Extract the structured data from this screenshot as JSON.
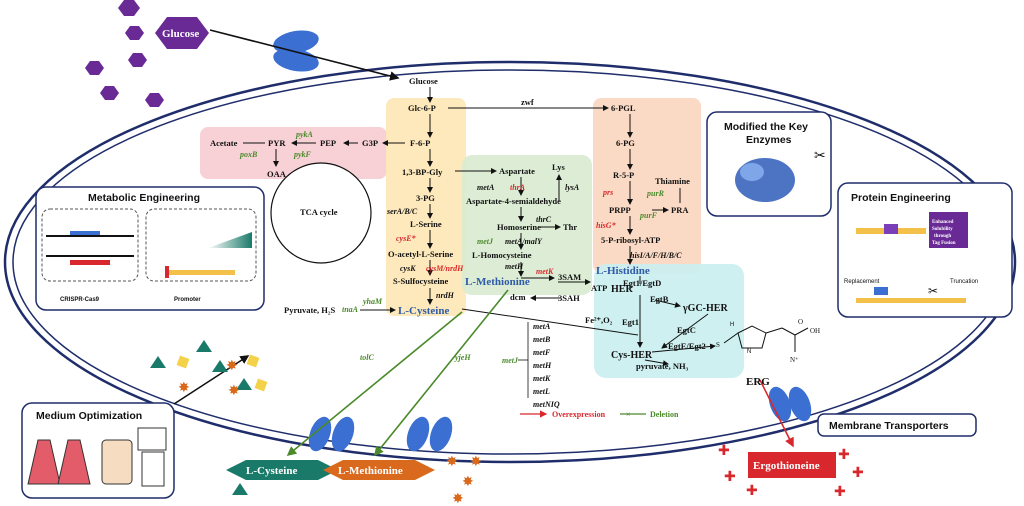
{
  "outside": {
    "glucose": "Glucose"
  },
  "pathway": {
    "tca": "TCA cycle",
    "glucose": "Glucose",
    "glc6p": "Glc-6-P",
    "f6p": "F-6-P",
    "bpg": "1,3-BP-Gly",
    "pg3": "3-PG",
    "lserine": "L-Serine",
    "oacetyl": "O-acetyl-L-Serine",
    "ssulfo": "S-Sulfocysteine",
    "acetate": "Acetate",
    "pyr": "PYR",
    "pep": "PEP",
    "g3p": "G3P",
    "oaa": "OAA",
    "aspartate": "Aspartate",
    "lys": "Lys",
    "asa": "Aspartate-4-semialdehyde",
    "homoserine": "Homoserine",
    "thr": "Thr",
    "lhomocys": "L-Homocysteine",
    "sam": "3SAM",
    "sah": "3SAH",
    "dcm": "dcm",
    "pgl": "6-PGL",
    "pg6": "6-PG",
    "r5p": "R-5-P",
    "thiamine": "Thiamine",
    "prpp": "PRPP",
    "pra": "PRA",
    "ribosyl": "5-P-ribosyl-ATP",
    "lhistidine": "L-Histidine",
    "lmethionine": "L-Methionine",
    "lcysteine": "L-Cysteine",
    "pyruvate": "Pyruvate, H₂S",
    "atp": "ATP",
    "her": "HER",
    "ygcher": "γGC-HER",
    "cysher": "Cys-HER",
    "pyruvnh3": "pyruvate, NH₃",
    "fe": "Fe²⁺,O₂",
    "zwf": "zwf"
  },
  "genes": {
    "poxB": "poxB",
    "pykA": "pykA",
    "pykF": "pykF",
    "serABC": "serA/B/C",
    "cysE": "cysE*",
    "cysK": "cysK",
    "cysM": "cysM/nrdH",
    "nrdH": "nrdH",
    "metA": "metA",
    "thrA": "thrA",
    "lysA": "lysA",
    "thrC": "thrC",
    "metJ": "metJ",
    "metAmalY": "metA/malY",
    "metH": "metH",
    "metK": "metK",
    "prs": "prs",
    "purR": "purR",
    "purF": "purF",
    "hisG": "hisG*",
    "his": "hisI/A/F/H/B/C",
    "yhaM": "yhaM",
    "tnaA": "tnaA",
    "egt1egtD": "Egt1/EgtD",
    "egtB": "EgtB",
    "egt1": "Egt1",
    "egtC": "EgtC",
    "egtE": "EgtE/Egt2",
    "tolC": "tolC",
    "yjeH": "yjeH",
    "metJ2": "metJ"
  },
  "regulon": [
    "metA",
    "metB",
    "metF",
    "metH",
    "metK",
    "metL",
    "metNIQ"
  ],
  "legend": {
    "overexpression": "Overexpression",
    "deletion": "Deletion"
  },
  "panels": {
    "metabolic": "Metabolic Engineering",
    "crispr": "CRISPR-Cas9",
    "promoter": "Promoter",
    "enzymes1": "Modified the Key",
    "enzymes2": "Enzymes",
    "protein": "Protein Engineering",
    "replacement": "Replacement",
    "truncation": "Truncation",
    "medium": "Medium Optimization",
    "transporters": "Membrane Transporters"
  },
  "products": {
    "cysteine": "L-Cysteine",
    "methionine": "L-Methionine",
    "erg": "Ergothioneine",
    "ergLabel": "ERG"
  },
  "colors": {
    "membrane": "#1f2d6b",
    "overexpression": "#d9282d",
    "deletion": "#4a8a2a",
    "amino_acid_label": "#2f5ba8"
  }
}
